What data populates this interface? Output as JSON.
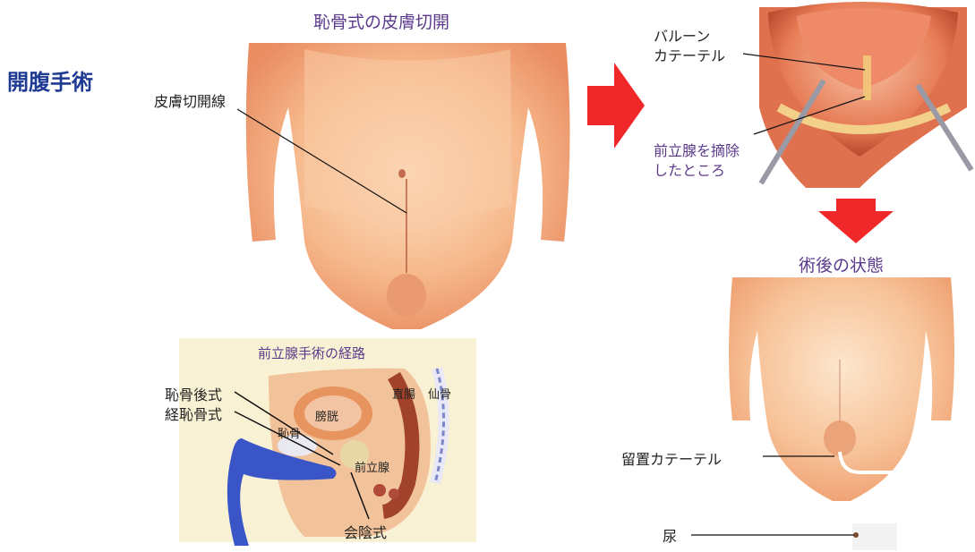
{
  "page": {
    "title": "開腹手術",
    "colors": {
      "heading": "#1f3a93",
      "accent_purple": "#5b3a8c",
      "arrow_red": "#f0282a",
      "skin": "#f5b788",
      "skin_shadow": "#e88a5f"
    }
  },
  "panel_incision": {
    "heading": "恥骨式の皮膚切開",
    "line_label": "皮膚切開線"
  },
  "panel_surgery": {
    "balloon_label": "バルーン\nカテーテル",
    "removed_label": "前立腺を摘除\nしたところ"
  },
  "panel_routes": {
    "heading": "前立腺手術の経路",
    "route_retropubic": "恥骨後式",
    "route_transpubic": "経恥骨式",
    "route_perineal": "会陰式",
    "organ_pubis": "恥骨",
    "organ_bladder": "膀胱",
    "organ_rectum": "直腸",
    "organ_sacrum": "仙骨",
    "organ_prostate": "前立腺"
  },
  "panel_post": {
    "heading": "術後の状態",
    "catheter_label": "留置カテーテル",
    "urine_label": "尿"
  },
  "icons": {
    "arrow_right": "arrow-right-icon",
    "arrow_down": "arrow-down-icon"
  }
}
